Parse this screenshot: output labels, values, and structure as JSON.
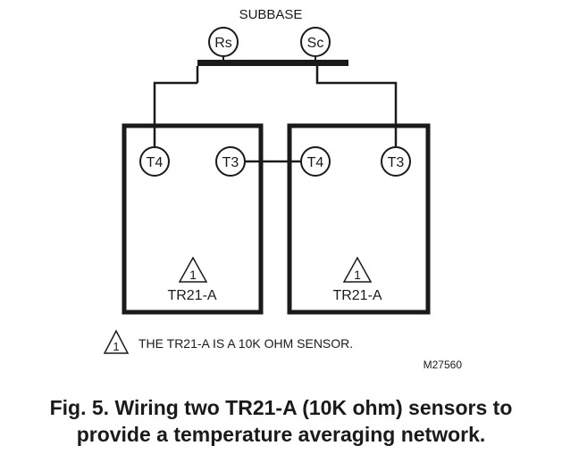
{
  "subbase": {
    "title": "SUBBASE",
    "terminal_left": "Rs",
    "terminal_right": "Sc"
  },
  "sensors": [
    {
      "model": "TR21-A",
      "terminal_left": "T4",
      "terminal_right": "T3",
      "note_marker": "1"
    },
    {
      "model": "TR21-A",
      "terminal_left": "T4",
      "terminal_right": "T3",
      "note_marker": "1"
    }
  ],
  "note": {
    "marker": "1",
    "text": "THE TR21-A IS A 10K OHM SENSOR."
  },
  "figure_id": "M27560",
  "caption": {
    "line1": "Fig. 5. Wiring two TR21-A (10K ohm) sensors to",
    "line2": "provide a temperature averaging network."
  },
  "colors": {
    "ink": "#1a1a1a",
    "background": "#ffffff"
  }
}
